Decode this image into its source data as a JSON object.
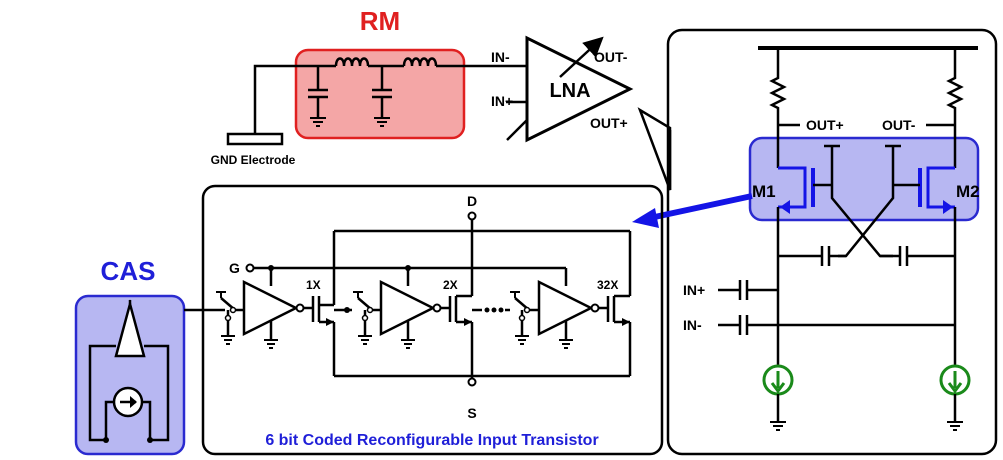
{
  "labels": {
    "rm": "RM",
    "cas": "CAS",
    "lna": "LNA",
    "gnd_electrode": "GND Electrode",
    "lna_in_minus": "IN-",
    "lna_in_plus": "IN+",
    "lna_out_minus": "OUT-",
    "lna_out_plus": "OUT+",
    "amp_out_plus": "OUT+",
    "amp_out_minus": "OUT-",
    "m1": "M1",
    "m2": "M2",
    "amp_in_plus": "IN+",
    "amp_in_minus": "IN-",
    "d": "D",
    "s": "S",
    "g": "G",
    "x1": "1X",
    "x2": "2X",
    "x32": "32X",
    "transistor_caption": "6 bit Coded Reconfigurable Input Transistor"
  },
  "colors": {
    "rm_fill": "#f4a6a6",
    "rm_stroke": "#e02020",
    "rm_text": "#e02020",
    "cas_fill": "#b7b7f2",
    "cas_stroke": "#2a2ad0",
    "cas_text": "#1f1fd8",
    "blue_wire": "#1414e6",
    "current_source": "#1a8a1a"
  }
}
